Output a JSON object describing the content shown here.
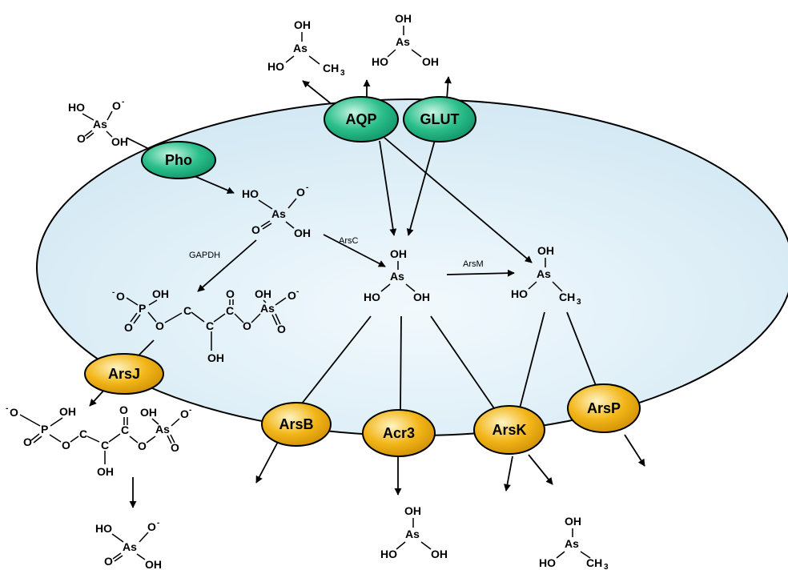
{
  "colors": {
    "cell_fill": "#d4e9f4",
    "cell_fill_light": "#f2f9fd",
    "importer_green": "#2bbf8c",
    "exporter_yellow": "#f2b619"
  },
  "transporters": {
    "aqp": "AQP",
    "glut": "GLUT",
    "pho": "Pho",
    "arsj": "ArsJ",
    "arsb": "ArsB",
    "acr3": "Acr3",
    "arsk": "ArsK",
    "arsp": "ArsP"
  },
  "enzymes": {
    "gapdh": "GAPDH",
    "arsc": "ArsC",
    "arsm": "ArsM"
  },
  "atoms": {
    "ho": "HO",
    "oh": "OH",
    "as": "As",
    "o": "O",
    "o_minus": "O",
    "minus": "-",
    "neg_o": "O",
    "p": "P",
    "c": "C",
    "ch": "CH",
    "three": "3"
  }
}
